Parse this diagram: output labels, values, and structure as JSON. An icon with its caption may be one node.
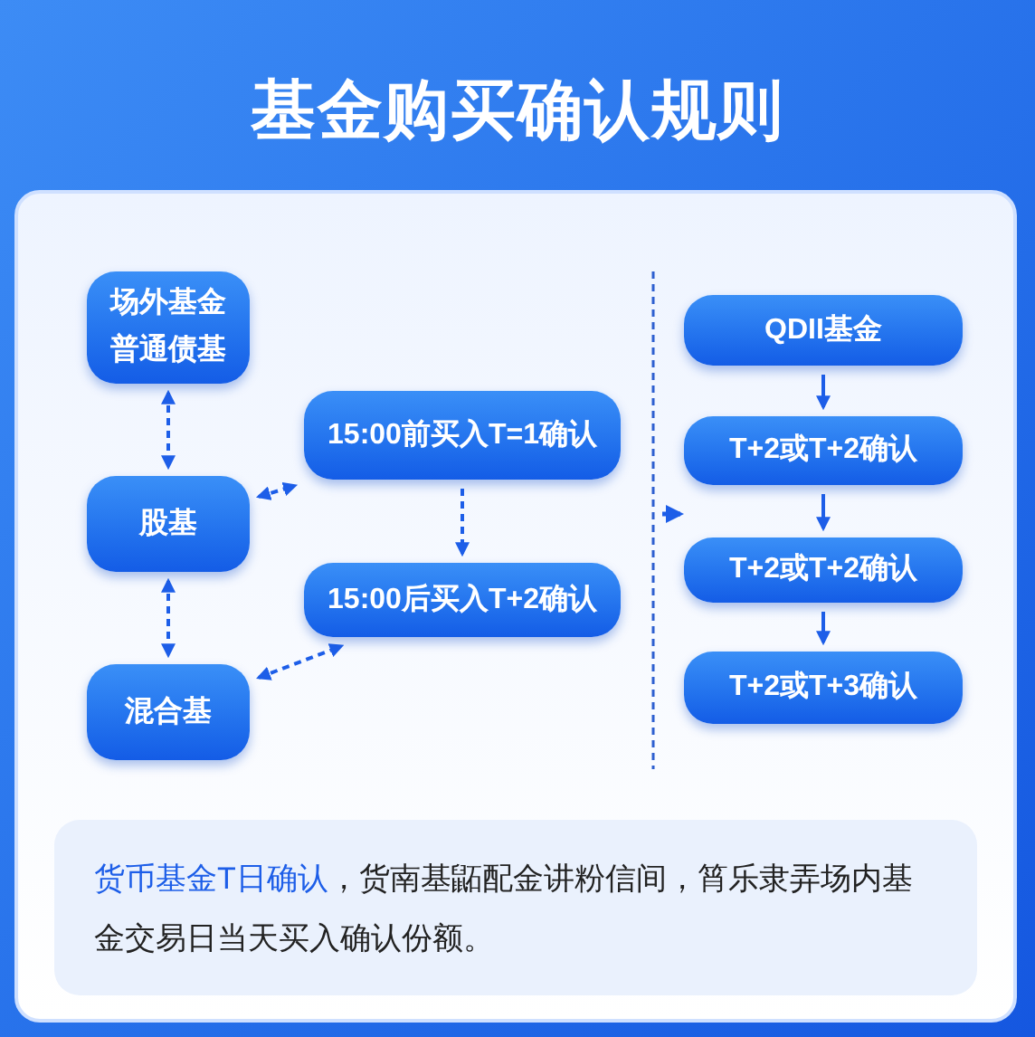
{
  "diagram": {
    "title": "基金购买确认规则",
    "nodes": [
      {
        "text": [
          "场外基金普通债基"
        ]
      },
      {
        "text": [
          "股基"
        ]
      },
      {
        "text": [
          "混合基"
        ]
      },
      {
        "text": [
          "15:00前买入T=1确认"
        ]
      },
      {
        "text": [
          "15:00后买入T+2确认"
        ]
      },
      {
        "text": [
          "QDII基金"
        ]
      },
      {
        "text": [
          "T+2或T+2确认"
        ]
      },
      {
        "text": [
          "T+2或T+2确认"
        ]
      },
      {
        "text": [
          "T+2或T+3确认"
        ]
      },
      {
        "text": [
          "**货币基金T日确认**，货南基鼫配金讲粉信间，筲乐隶弄场内基金交易日当天买入确认份额。"
        ]
      }
    ],
    "edges": [
      {
        "from": 0,
        "to": 1,
        "arrow": "both",
        "style": "dashed"
      },
      {
        "from": 1,
        "to": 2,
        "arrow": "both",
        "style": "dashed"
      },
      {
        "from": 1,
        "to": 3,
        "arrow": "both",
        "style": "dashed"
      },
      {
        "from": 2,
        "to": 4,
        "arrow": "both",
        "style": "dashed"
      },
      {
        "from": 3,
        "to": 4,
        "arrow": "to",
        "style": "dashed"
      },
      {
        "from": 5,
        "to": 6,
        "arrow": "to"
      },
      {
        "from": 6,
        "to": 7,
        "arrow": "to"
      },
      {
        "from": 7,
        "to": 8,
        "arrow": "to"
      }
    ]
  }
}
